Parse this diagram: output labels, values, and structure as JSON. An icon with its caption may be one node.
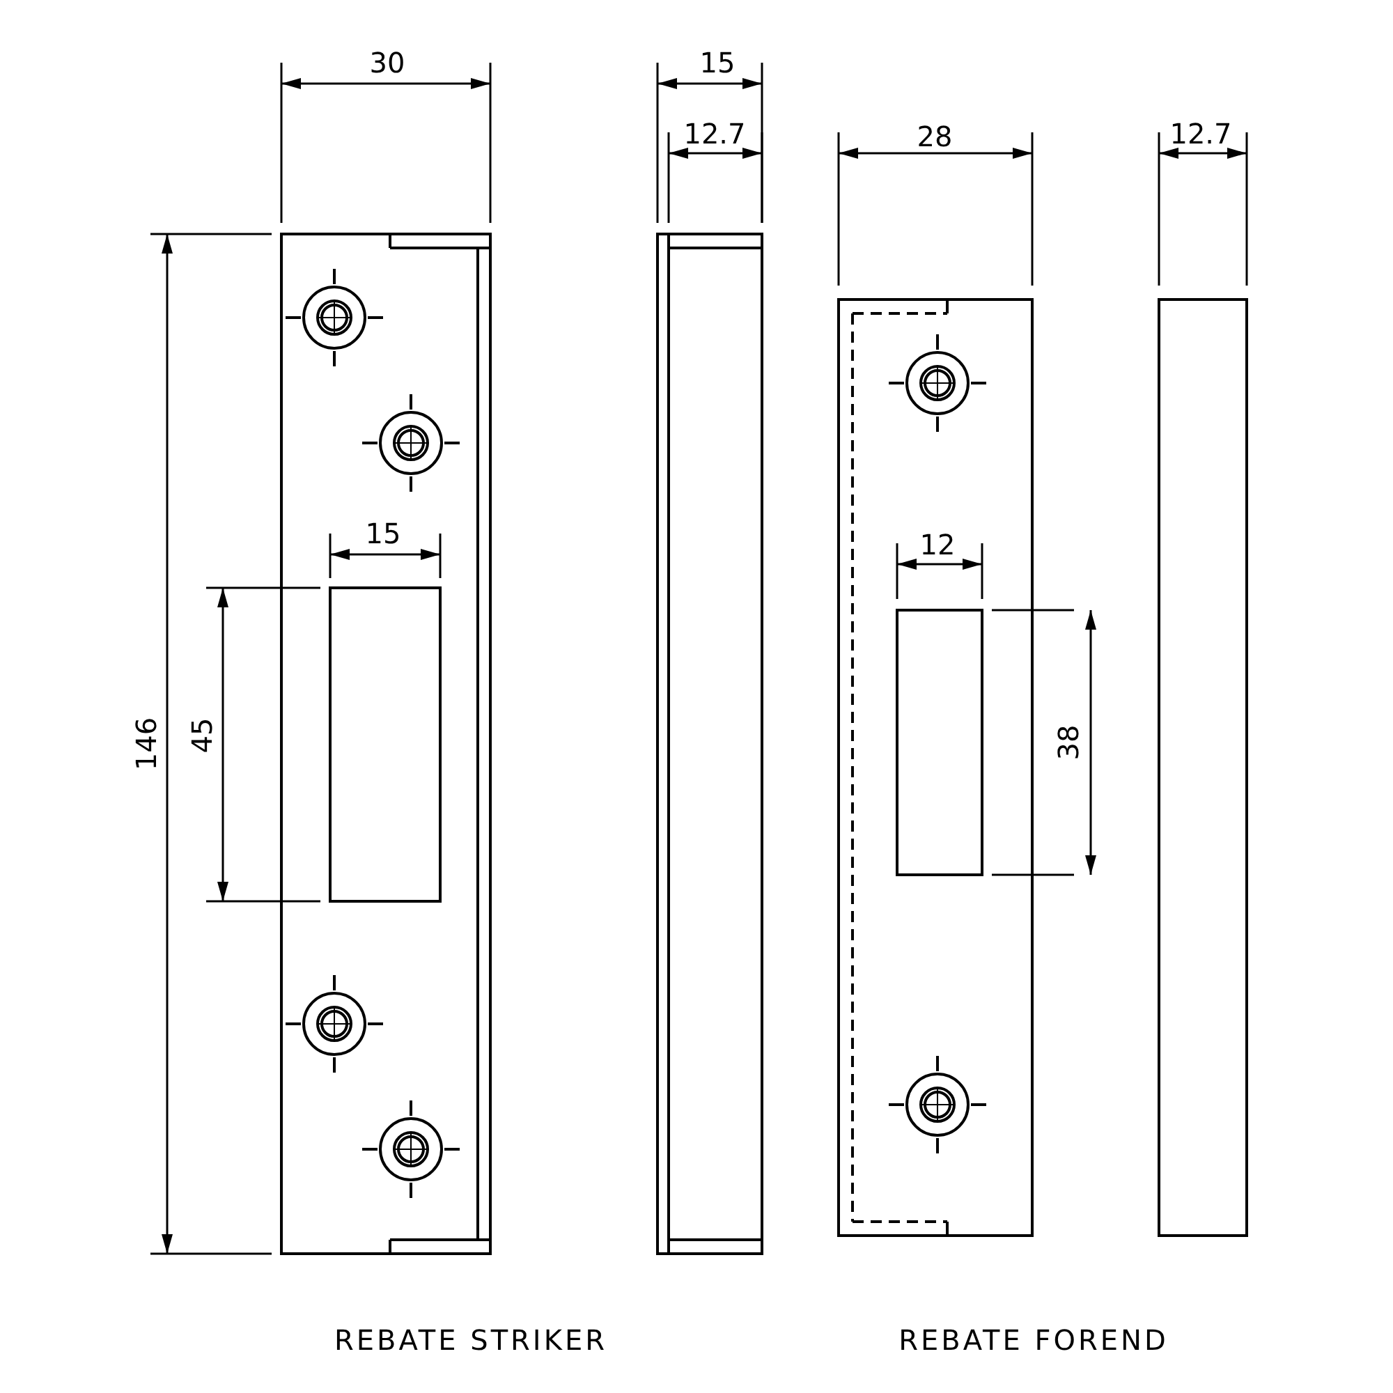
{
  "diagram": {
    "labels": [
      "30",
      "15",
      "12.7",
      "28",
      "12.7",
      "146",
      "15",
      "45",
      "12",
      "38",
      "REBATE STRIKER",
      "REBATE FOREND"
    ]
  }
}
